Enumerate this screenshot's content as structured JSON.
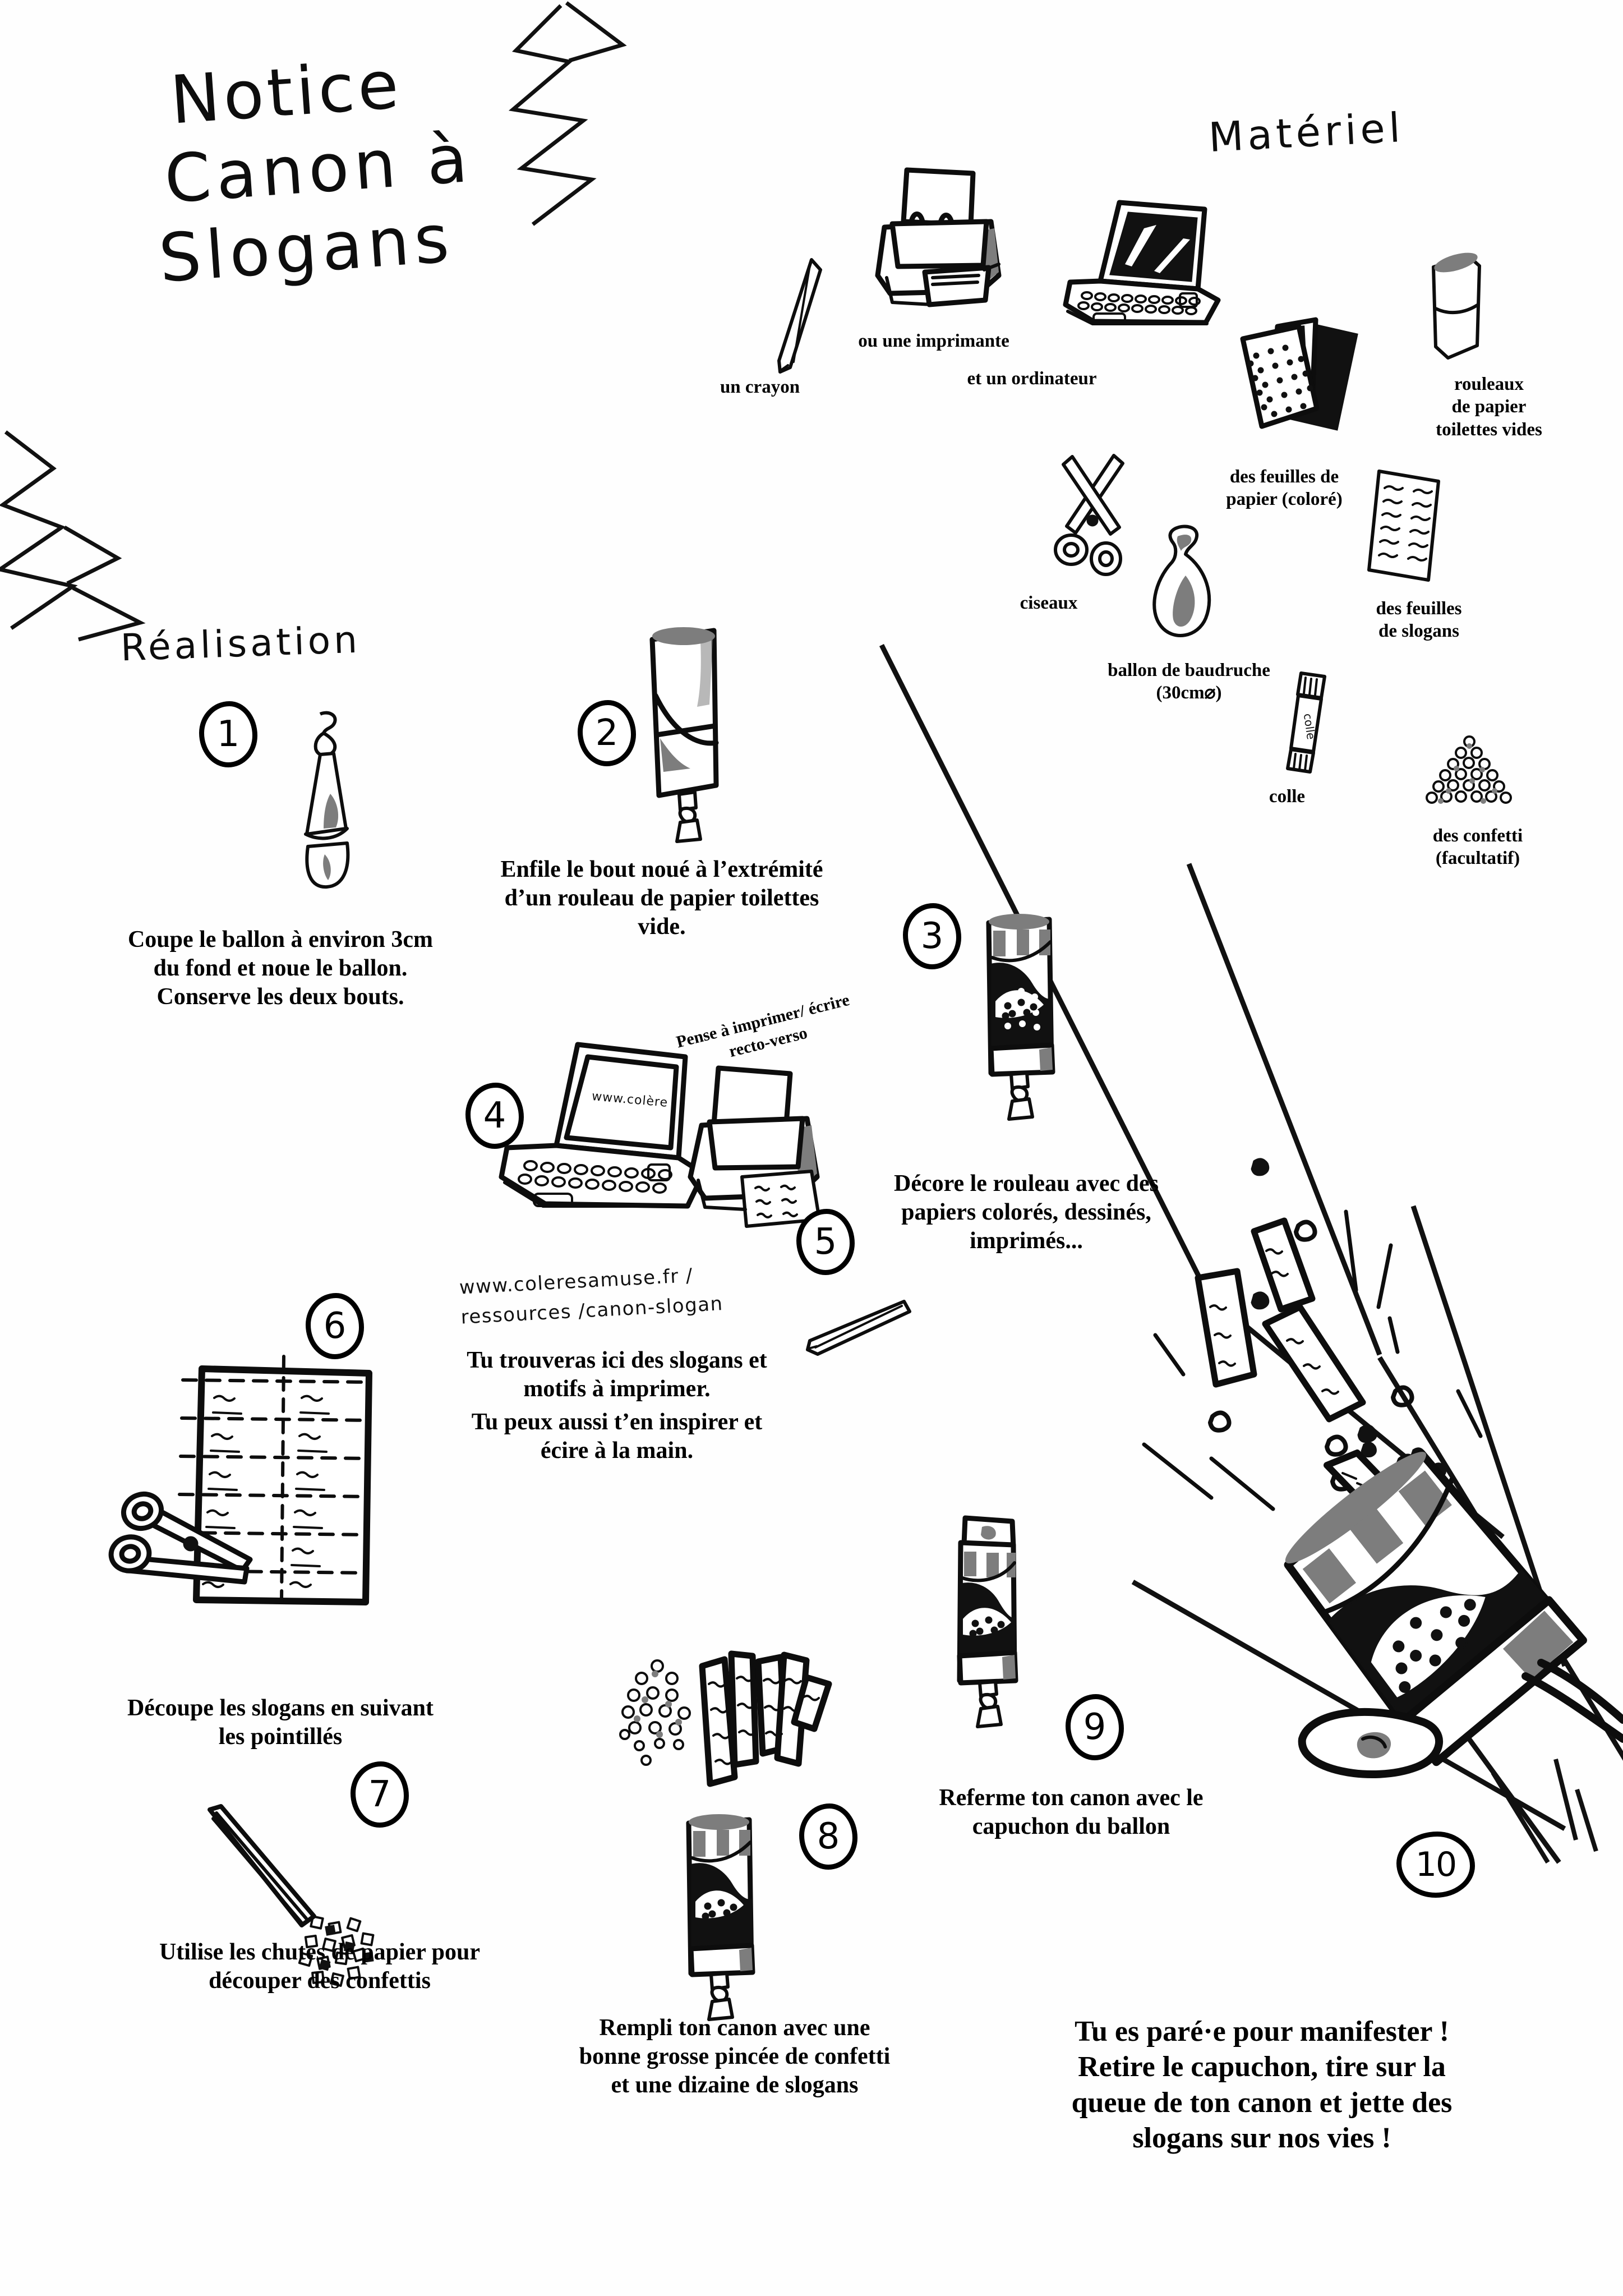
{
  "poster": {
    "title_lines": [
      "Notice",
      "Canon à",
      "Slogans"
    ],
    "section_materials_title": "Matériel",
    "section_steps_title": "Réalisation"
  },
  "materials": [
    {
      "id": "crayon",
      "label": "un crayon"
    },
    {
      "id": "printer",
      "label": "ou une imprimante"
    },
    {
      "id": "computer",
      "label": "et un ordinateur"
    },
    {
      "id": "papers",
      "label": "des feuilles de\npapier (coloré)"
    },
    {
      "id": "rolls",
      "label": "rouleaux\nde papier\ntoilettes vides"
    },
    {
      "id": "scissors",
      "label": "ciseaux"
    },
    {
      "id": "balloon",
      "label": "ballon de baudruche\n(30cm⌀)"
    },
    {
      "id": "slogans",
      "label": "des feuilles\nde slogans"
    },
    {
      "id": "glue",
      "label": "colle"
    },
    {
      "id": "confetti",
      "label": "des confetti\n(facultatif)"
    }
  ],
  "material_labels": {
    "crayon": "un crayon",
    "printer": "ou une imprimante",
    "computer": "et un ordinateur",
    "papers_l1": "des feuilles de",
    "papers_l2": "papier (coloré)",
    "rolls_l1": "rouleaux",
    "rolls_l2": "de papier",
    "rolls_l3": "toilettes vides",
    "scissors": "ciseaux",
    "balloon_l1": "ballon de baudruche",
    "balloon_l2": "(30cm⌀)",
    "slogans_l1": "des feuilles",
    "slogans_l2": "de slogans",
    "glue": "colle",
    "glue_stick_text": "colle",
    "confetti_l1": "des confetti",
    "confetti_l2": "(facultatif)"
  },
  "steps": [
    {
      "number": "1",
      "text": "Coupe le ballon à environ 3cm\ndu  fond et noue le ballon.\nConserve les deux bouts.",
      "lines": [
        "Coupe le ballon à environ 3cm",
        "du  fond et noue le ballon.",
        "Conserve les deux bouts."
      ]
    },
    {
      "number": "2",
      "text": "Enfile le bout noué à l’extrémité d’un rouleau de papier toilettes vide.",
      "lines": [
        "Enfile le bout noué à l’extrémité",
        "d’un rouleau de papier toilettes",
        "vide."
      ]
    },
    {
      "number": "3",
      "text": "Décore le rouleau avec des papiers colorés, dessinés, imprimés...",
      "lines": [
        "Décore le rouleau avec des",
        "papiers colorés, dessinés,",
        "imprimés..."
      ]
    },
    {
      "number": "4",
      "text": "Tu trouveras ici des slogans et motifs à imprimer.",
      "lines": [
        "Tu trouveras ici des slogans et",
        "motifs à imprimer."
      ]
    },
    {
      "number": "5",
      "text": "Tu peux aussi t’en inspirer et écire à la main.",
      "lines": [
        "Tu peux aussi t’en inspirer et",
        "écire à la main."
      ]
    },
    {
      "number": "6",
      "text": "Découpe les slogans en suivant les pointillés",
      "lines": [
        "Découpe les slogans en suivant",
        "les pointillés"
      ]
    },
    {
      "number": "7",
      "text": "Utilise les chutes de papier pour découper des confettis",
      "lines": [
        "Utilise les chutes de papier pour",
        "découper des confettis"
      ]
    },
    {
      "number": "8",
      "text": "Rempli ton canon avec une bonne grosse pincée de confetti et une dizaine de slogans",
      "lines": [
        "Rempli ton canon avec une",
        "bonne grosse pincée de confetti",
        "et une dizaine de slogans"
      ]
    },
    {
      "number": "9",
      "text": "Referme ton canon avec le capuchon du ballon",
      "lines": [
        "Referme ton canon avec le",
        "capuchon du ballon"
      ]
    },
    {
      "number": "10",
      "text": "Tu es paré·e pour manifester ! Retire le capuchon, tire sur la queue de ton canon et jette des slogans sur nos vies !",
      "lines": [
        "Tu es paré·e pour manifester !",
        "Retire le capuchon, tire sur la",
        "queue de ton canon et jette des",
        "slogans sur nos vies !"
      ]
    }
  ],
  "notes": {
    "recto_verso_l1": "Pense à imprimer/ écrire",
    "recto_verso_l2": "recto-verso",
    "url_l1": "www.coleresamuse.fr /",
    "url_l2": "ressources /canon-slogan",
    "laptop_screen_text": "www.colère"
  },
  "colors": {
    "ink": "#0d0d0d",
    "paper": "#ffffff",
    "grey": "#7d7d7d"
  }
}
